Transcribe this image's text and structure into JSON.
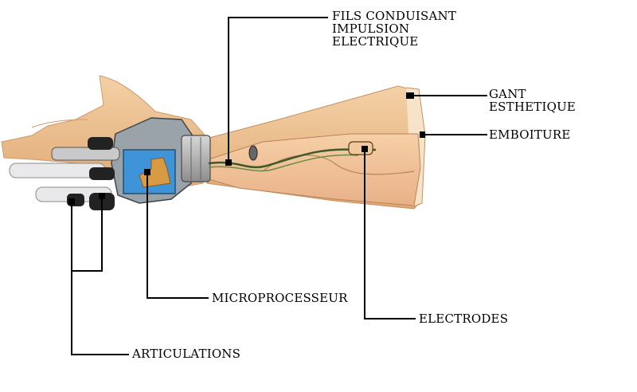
{
  "labels": {
    "fils": [
      "FILS CONDUISANT",
      "IMPULSION",
      "ELECTRIQUE"
    ],
    "gant": [
      "GANT",
      "ESTHETIQUE"
    ],
    "emboiture": "EMBOITURE",
    "microprocesseur": "MICROPROCESSEUR",
    "electrodes": "ELECTRODES",
    "articulations": "ARTICULATIONS"
  }
}
